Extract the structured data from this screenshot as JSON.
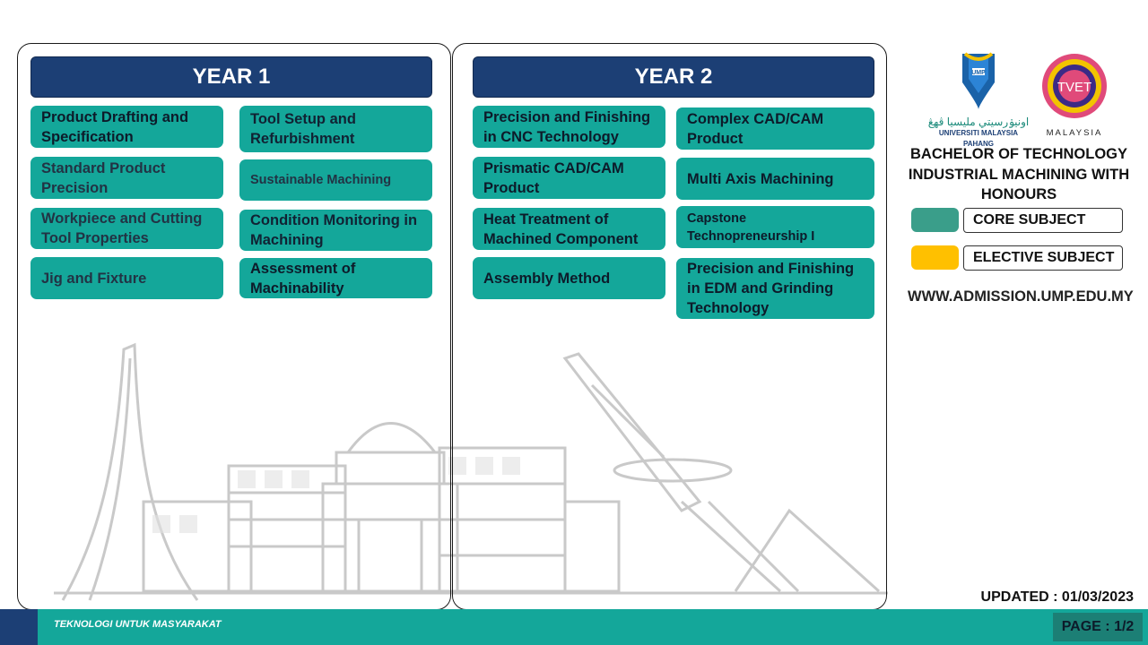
{
  "year1": {
    "title": "YEAR 1",
    "subjects": [
      "Product Drafting and Specification",
      "Tool Setup and Refurbishment",
      "Standard Product Precision",
      "Sustainable Machining",
      "Workpiece and Cutting Tool Properties",
      "Condition Monitoring in Machining",
      "Jig and Fixture",
      "Assessment of Machinability"
    ]
  },
  "year2": {
    "title": "YEAR 2",
    "subjects": [
      "Precision and Finishing in CNC Technology",
      "Complex CAD/CAM Product",
      "Prismatic CAD/CAM Product",
      "Multi Axis Machining",
      "Heat Treatment of Machined Component",
      "Capstone Technopreneurship I",
      "Assembly Method",
      "Precision and Finishing in EDM and Grinding Technology"
    ]
  },
  "logos": {
    "ump_arabic": "اونيۏرسيتي مليسيا ڤهڠ",
    "ump_name": "UNIVERSITI MALAYSIA PAHANG",
    "ump_badge": "UMP",
    "tvet_name": "TVET",
    "tvet_country": "MALAYSIA"
  },
  "program": {
    "title_line1": "BACHELOR OF TECHNOLOGY",
    "title_line2": "INDUSTRIAL MACHINING WITH",
    "title_line3": "HONOURS"
  },
  "legend": {
    "core_label": "CORE SUBJECT",
    "core_color": "#3a9e8a",
    "elective_label": "ELECTIVE SUBJECT",
    "elective_color": "#ffc000"
  },
  "website": "WWW.ADMISSION.UMP.EDU.MY",
  "updated": "UPDATED : 01/03/2023",
  "footer": {
    "tagline": "TEKNOLOGI UNTUK MASYARAKAT",
    "page": "PAGE : 1/2"
  }
}
